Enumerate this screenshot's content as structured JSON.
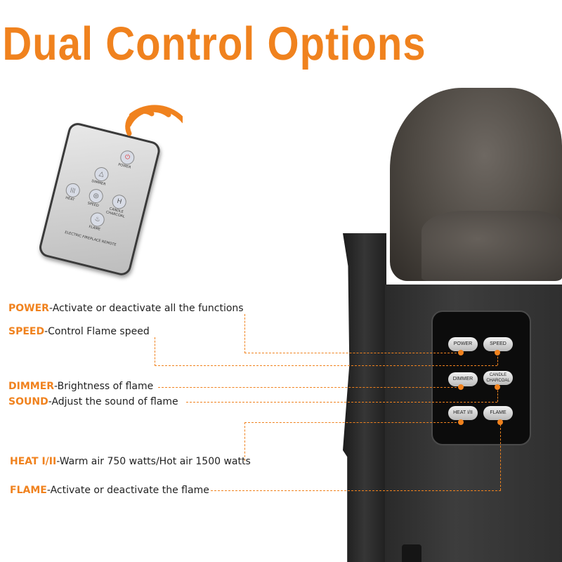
{
  "title": "Dual Control Options",
  "remote": {
    "buttons": [
      {
        "key": "power",
        "label": "POWER",
        "glyph": "⏻"
      },
      {
        "key": "dimmer",
        "label": "DIMMER",
        "glyph": "△"
      },
      {
        "key": "heat",
        "label": "HEAT",
        "glyph": "|||"
      },
      {
        "key": "speed",
        "label": "SPEED",
        "glyph": "◎"
      },
      {
        "key": "candle",
        "label": "CANDLE CHARCOAL",
        "glyph": "H"
      },
      {
        "key": "flame",
        "label": "FLAME",
        "glyph": "♨"
      }
    ],
    "footer": "ELECTRIC FIREPLACE REMOTE"
  },
  "features": [
    {
      "key": "POWER",
      "desc": "-Activate or deactivate all the functions"
    },
    {
      "key": "SPEED",
      "desc": "-Control Flame speed"
    },
    {
      "key": "DIMMER",
      "desc": "-Brightness of flame"
    },
    {
      "key": "SOUND",
      "desc": "-Adjust the sound of flame"
    },
    {
      "key": "HEAT I/II",
      "desc": "-Warm air 750 watts/Hot air 1500 watts"
    },
    {
      "key": "FLAME",
      "desc": "-Activate or deactivate the flame"
    }
  ],
  "panel": {
    "buttons": [
      {
        "label": "POWER"
      },
      {
        "label": "SPEED"
      },
      {
        "label": "DIMMER"
      },
      {
        "label_line1": "CANDLE",
        "label_line2": "CHARCOAL"
      },
      {
        "label": "HEAT I/II"
      },
      {
        "label": "FLAME"
      }
    ]
  },
  "colors": {
    "accent": "#f0821e",
    "panel": "#0c0c0c",
    "fireplace": "#2f2f2f"
  }
}
